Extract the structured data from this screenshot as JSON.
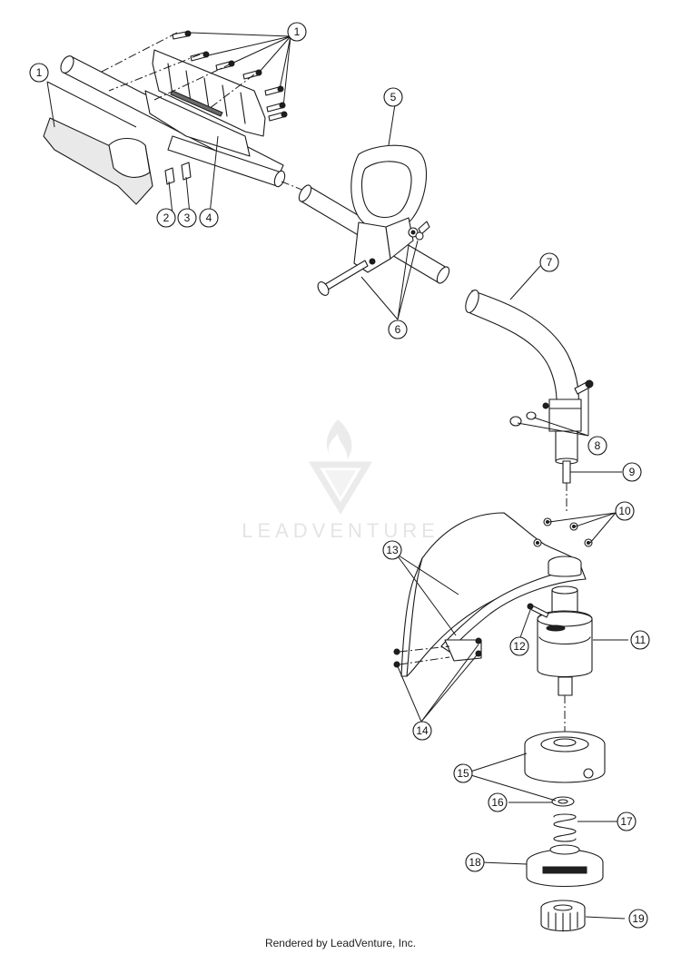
{
  "watermark": {
    "text": "LEADVENTURE"
  },
  "footer": {
    "text": "Rendered by LeadVenture, Inc."
  },
  "callouts": [
    {
      "id": "1a",
      "label": "1"
    },
    {
      "id": "1b",
      "label": "1"
    },
    {
      "id": "2",
      "label": "2"
    },
    {
      "id": "3",
      "label": "3"
    },
    {
      "id": "4",
      "label": "4"
    },
    {
      "id": "5",
      "label": "5"
    },
    {
      "id": "6",
      "label": "6"
    },
    {
      "id": "7",
      "label": "7"
    },
    {
      "id": "8",
      "label": "8"
    },
    {
      "id": "9",
      "label": "9"
    },
    {
      "id": "10",
      "label": "10"
    },
    {
      "id": "11",
      "label": "11"
    },
    {
      "id": "12",
      "label": "12"
    },
    {
      "id": "13",
      "label": "13"
    },
    {
      "id": "14",
      "label": "14"
    },
    {
      "id": "15",
      "label": "15"
    },
    {
      "id": "16",
      "label": "16"
    },
    {
      "id": "17",
      "label": "17"
    },
    {
      "id": "18",
      "label": "18"
    },
    {
      "id": "19",
      "label": "19"
    }
  ]
}
